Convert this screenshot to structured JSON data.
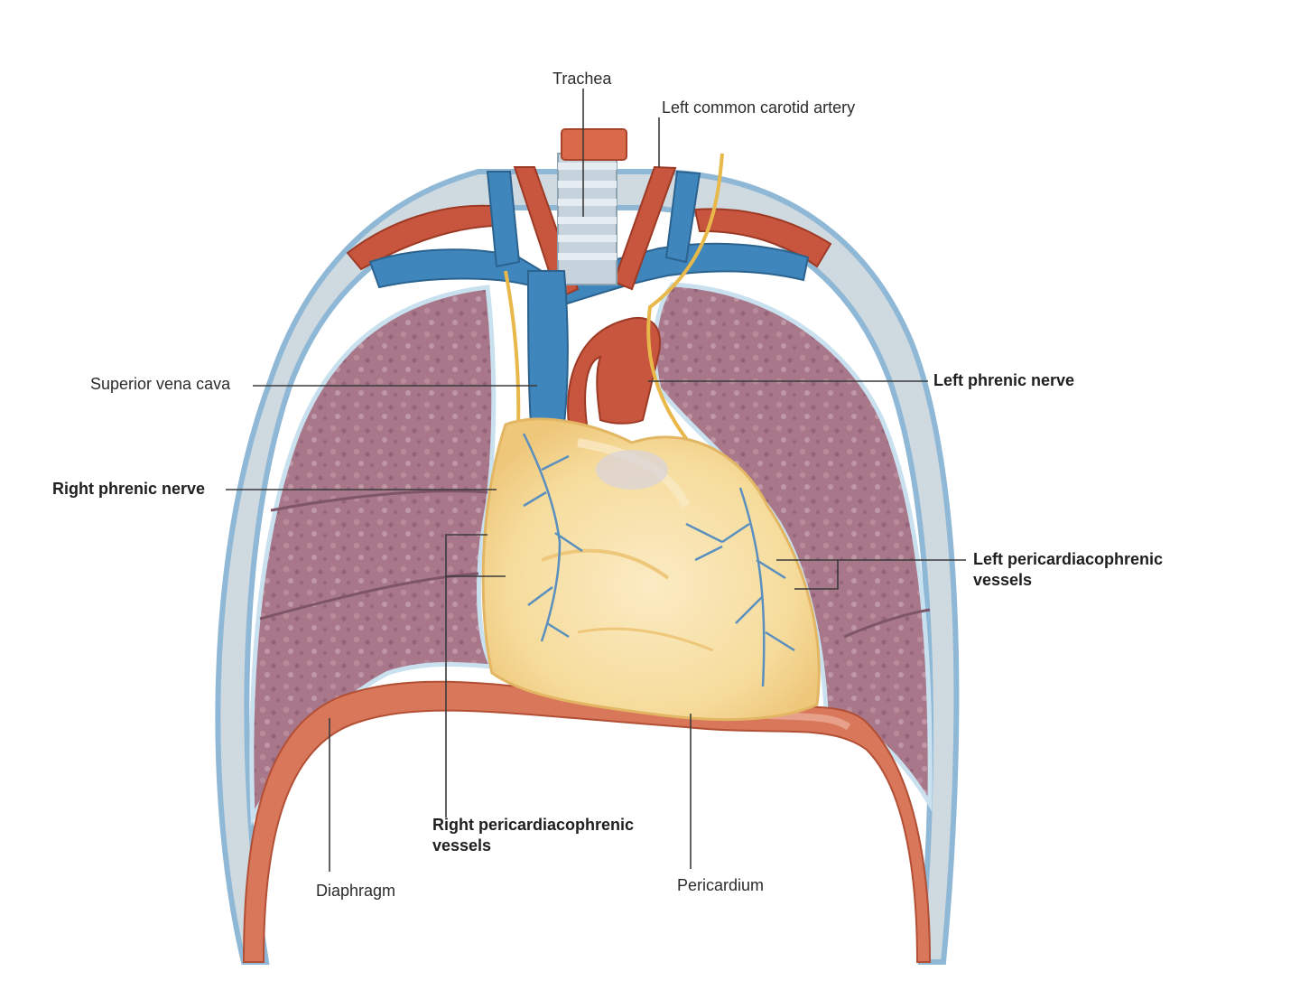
{
  "labels": {
    "trachea": "Trachea",
    "left_common_carotid_artery": "Left common carotid artery",
    "superior_vena_cava": "Superior vena cava",
    "left_phrenic_nerve": "Left phrenic nerve",
    "right_phrenic_nerve": "Right phrenic nerve",
    "left_pericardiacophrenic_line1": "Left pericardiacophrenic",
    "left_pericardiacophrenic_line2": "vessels",
    "right_pericardiacophrenic_line1": "Right pericardiacophrenic",
    "right_pericardiacophrenic_line2": "vessels",
    "diaphragm": "Diaphragm",
    "pericardium": "Pericardium"
  },
  "colors": {
    "artery": "#c8553d",
    "vein": "#3f86bd",
    "lung": "#a8788a",
    "pleura": "#9cc4dc",
    "pericardium": "#f5dc9c",
    "nerve": "#e8b84a",
    "diaphragm": "#d9775a"
  }
}
